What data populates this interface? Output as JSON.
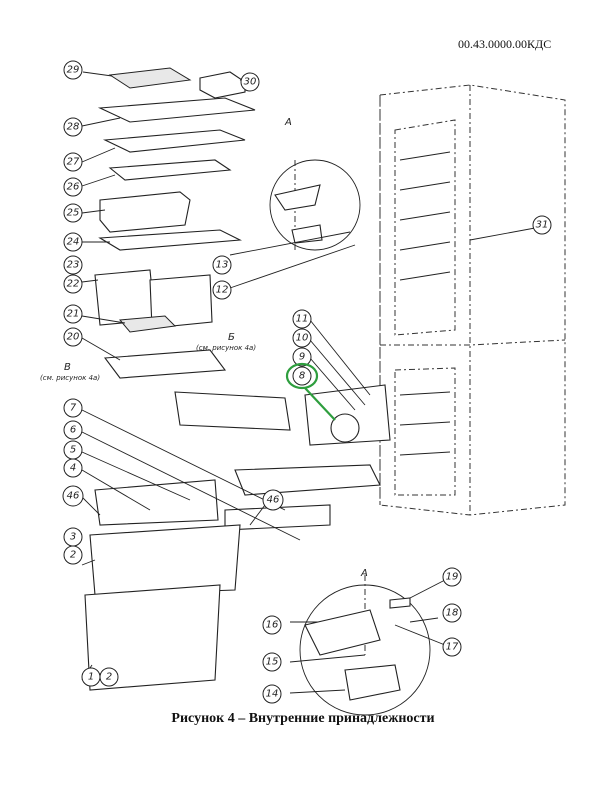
{
  "document": {
    "code": "00.43.0000.00КДС",
    "caption": "Рисунок 4 – Внутренние принадлежности"
  },
  "annotations": {
    "view_a_top": "А",
    "view_a_bottom": "А",
    "view_b": "Б",
    "view_b_ref": "(см. рисунок 4а)",
    "view_v": "В",
    "view_v_ref": "(см. рисунок 4а)"
  },
  "highlight": {
    "callout": "8",
    "color": "#2e9e3e"
  },
  "callouts": [
    "1",
    "2",
    "2",
    "3",
    "4",
    "5",
    "6",
    "7",
    "8",
    "9",
    "10",
    "11",
    "12",
    "13",
    "14",
    "15",
    "16",
    "17",
    "18",
    "19",
    "20",
    "21",
    "22",
    "23",
    "24",
    "25",
    "26",
    "27",
    "28",
    "29",
    "30",
    "31",
    "46",
    "46"
  ]
}
